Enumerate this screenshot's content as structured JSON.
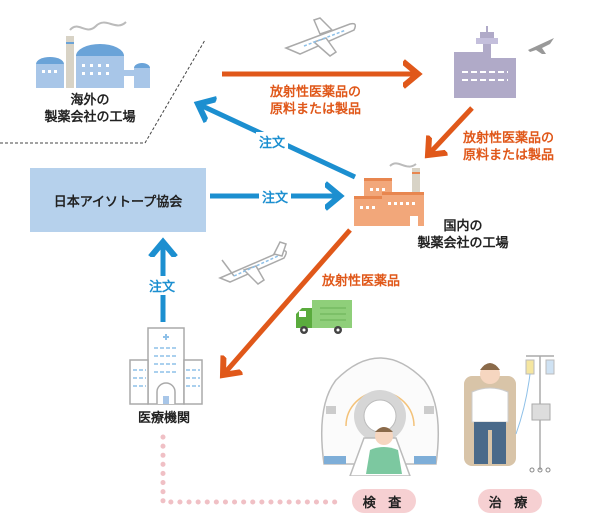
{
  "nodes": {
    "overseas_factory": {
      "line1": "海外の",
      "line2": "製薬会社の工場"
    },
    "airport": {},
    "jia": {
      "label": "日本アイソトープ協会"
    },
    "domestic_factory": {
      "line1": "国内の",
      "line2": "製薬会社の工場"
    },
    "hospital": {
      "label": "医療機関"
    },
    "exam": {
      "label": "検 査"
    },
    "treatment": {
      "label": "治 療"
    }
  },
  "edges": {
    "overseas_to_airport": {
      "line1": "放射性医薬品の",
      "line2": "原料または製品"
    },
    "airport_to_domestic": {
      "line1": "放射性医薬品の",
      "line2": "原料または製品"
    },
    "domestic_to_overseas_order": {
      "label": "注文"
    },
    "jia_to_domestic_order": {
      "label": "注文"
    },
    "hospital_to_jia_order": {
      "label": "注文"
    },
    "domestic_to_hospital": {
      "label": "放射性医薬品"
    }
  },
  "colors": {
    "order_arrow": "#1c8fd0",
    "supply_arrow": "#e0581a",
    "jia_box": "#b6d1ec",
    "pill": "#f6d0d2",
    "dotted_path": "#f0c0c5"
  }
}
